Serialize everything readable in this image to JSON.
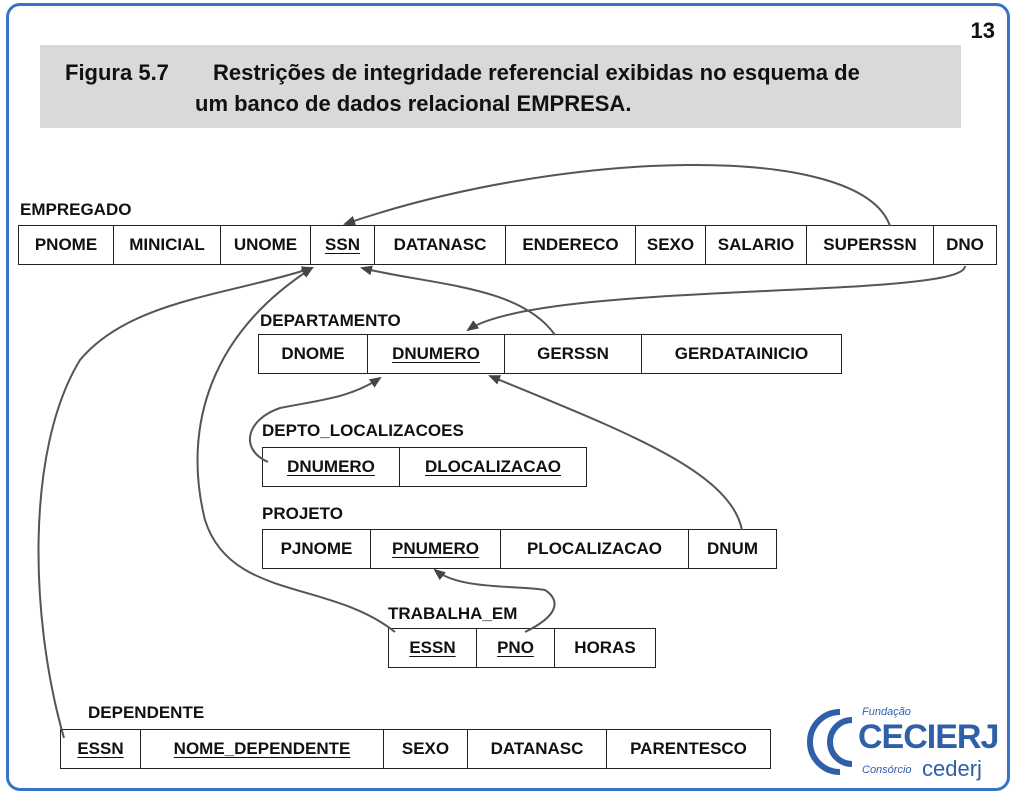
{
  "page_number": "13",
  "caption": {
    "figure": "Figura 5.7",
    "line1": "Restrições de integridade referencial exibidas no esquema de",
    "line2": "um banco de dados relacional EMPRESA."
  },
  "relations": {
    "empregado": {
      "name": "EMPREGADO",
      "attrs": [
        "PNOME",
        "MINICIAL",
        "UNOME",
        "SSN",
        "DATANASC",
        "ENDERECO",
        "SEXO",
        "SALARIO",
        "SUPERSSN",
        "DNO"
      ]
    },
    "departamento": {
      "name": "DEPARTAMENTO",
      "attrs": [
        "DNOME",
        "DNUMERO",
        "GERSSN",
        "GERDATAINICIO"
      ]
    },
    "depto_localizacoes": {
      "name": "DEPTO_LOCALIZACOES",
      "attrs": [
        "DNUMERO",
        "DLOCALIZACAO"
      ]
    },
    "projeto": {
      "name": "PROJETO",
      "attrs": [
        "PJNOME",
        "PNUMERO",
        "PLOCALIZACAO",
        "DNUM"
      ]
    },
    "trabalha_em": {
      "name": "TRABALHA_EM",
      "attrs": [
        "ESSN",
        "PNO",
        "HORAS"
      ]
    },
    "dependente": {
      "name": "DEPENDENTE",
      "attrs": [
        "ESSN",
        "NOME_DEPENDENTE",
        "SEXO",
        "DATANASC",
        "PARENTESCO"
      ]
    }
  },
  "foreign_keys": [
    {
      "from": "EMPREGADO.SUPERSSN",
      "to": "EMPREGADO.SSN"
    },
    {
      "from": "EMPREGADO.DNO",
      "to": "DEPARTAMENTO.DNUMERO"
    },
    {
      "from": "DEPARTAMENTO.GERSSN",
      "to": "EMPREGADO.SSN"
    },
    {
      "from": "DEPTO_LOCALIZACOES.DNUMERO",
      "to": "DEPARTAMENTO.DNUMERO"
    },
    {
      "from": "PROJETO.DNUM",
      "to": "DEPARTAMENTO.DNUMERO"
    },
    {
      "from": "TRABALHA_EM.ESSN",
      "to": "EMPREGADO.SSN"
    },
    {
      "from": "TRABALHA_EM.PNO",
      "to": "PROJETO.PNUMERO"
    },
    {
      "from": "DEPENDENTE.ESSN",
      "to": "EMPREGADO.SSN"
    }
  ],
  "logo": {
    "line1": "Fundação",
    "line2": "CECIERJ",
    "line3": "Consórcio",
    "line4": "cederj",
    "color": "#2f5fa8"
  },
  "colors": {
    "frame": "#3a72c4",
    "caption_bg": "#d9d9d9",
    "arrow": "#555555"
  }
}
